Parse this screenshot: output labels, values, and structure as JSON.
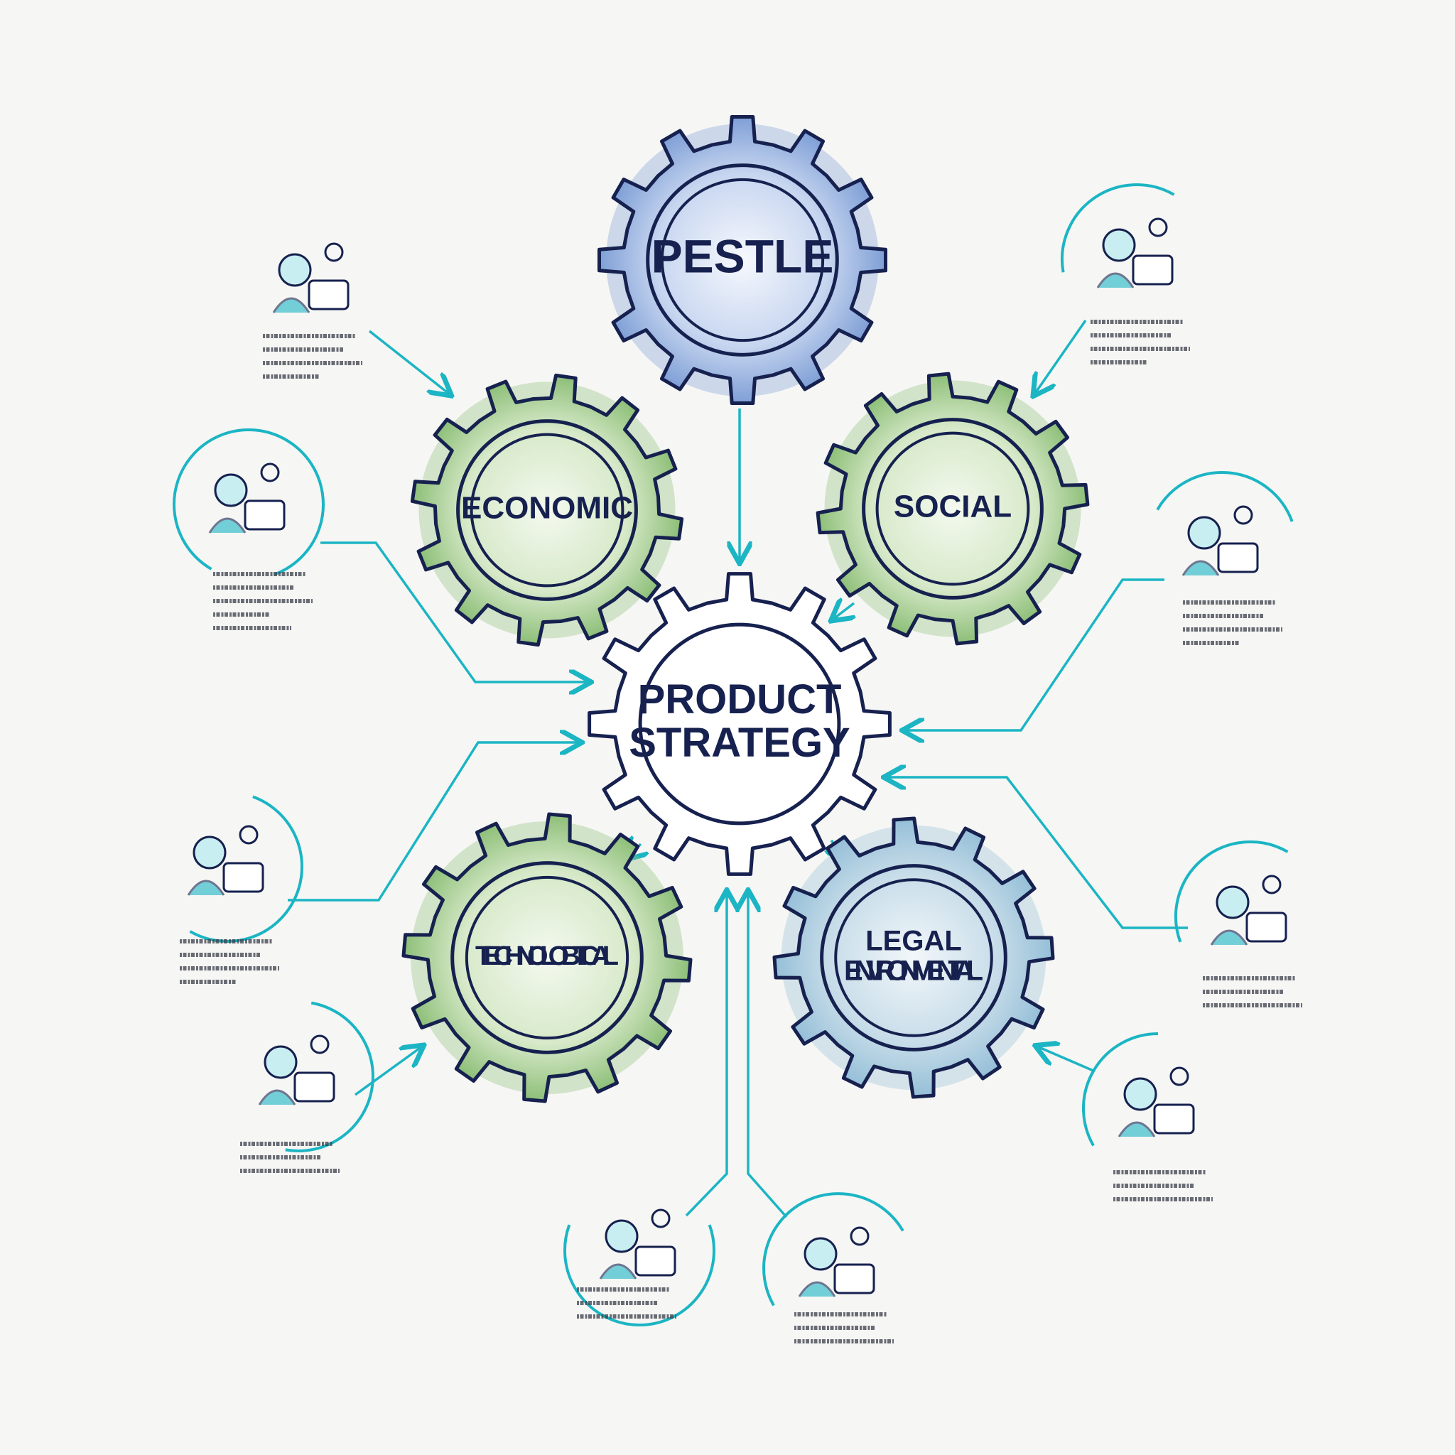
{
  "colors": {
    "navy": "#16214f",
    "teal": "#1bb5c4",
    "green": "#8dbf78",
    "green_light": "#e9f3e1",
    "blue": "#7f9fd6",
    "blue_light": "#eef3fb",
    "legal_blue": "#95bfd8",
    "white": "#ffffff",
    "scribble": "#3a3f4a"
  },
  "gears": [
    {
      "id": "pestle",
      "label_lines": [
        "PESTLE"
      ],
      "fill": "blue"
    },
    {
      "id": "economic",
      "label_lines": [
        "ECONOMIC"
      ],
      "fill": "green"
    },
    {
      "id": "social",
      "label_lines": [
        "SOCIAL"
      ],
      "fill": "green"
    },
    {
      "id": "product-strategy",
      "label_lines": [
        "PRODUCT",
        "STRATEGY"
      ],
      "fill": "white"
    },
    {
      "id": "technolobtical",
      "label_lines": [
        "TECHNOLOBTICAL"
      ],
      "fill": "green"
    },
    {
      "id": "legal-environmental",
      "label_lines": [
        "LEGAL",
        "ENVIRONMENTAL"
      ],
      "fill": "legal_blue"
    }
  ],
  "icons": [
    "people-gear-icon",
    "network-doodle-icon",
    "globe-people-icon",
    "person-laptop-icon",
    "gear-puzzle-icon",
    "sun-document-icon",
    "camera-flower-icon",
    "lightbulb-robot-icon",
    "shield-tool-icon",
    "hand-light-icon"
  ]
}
